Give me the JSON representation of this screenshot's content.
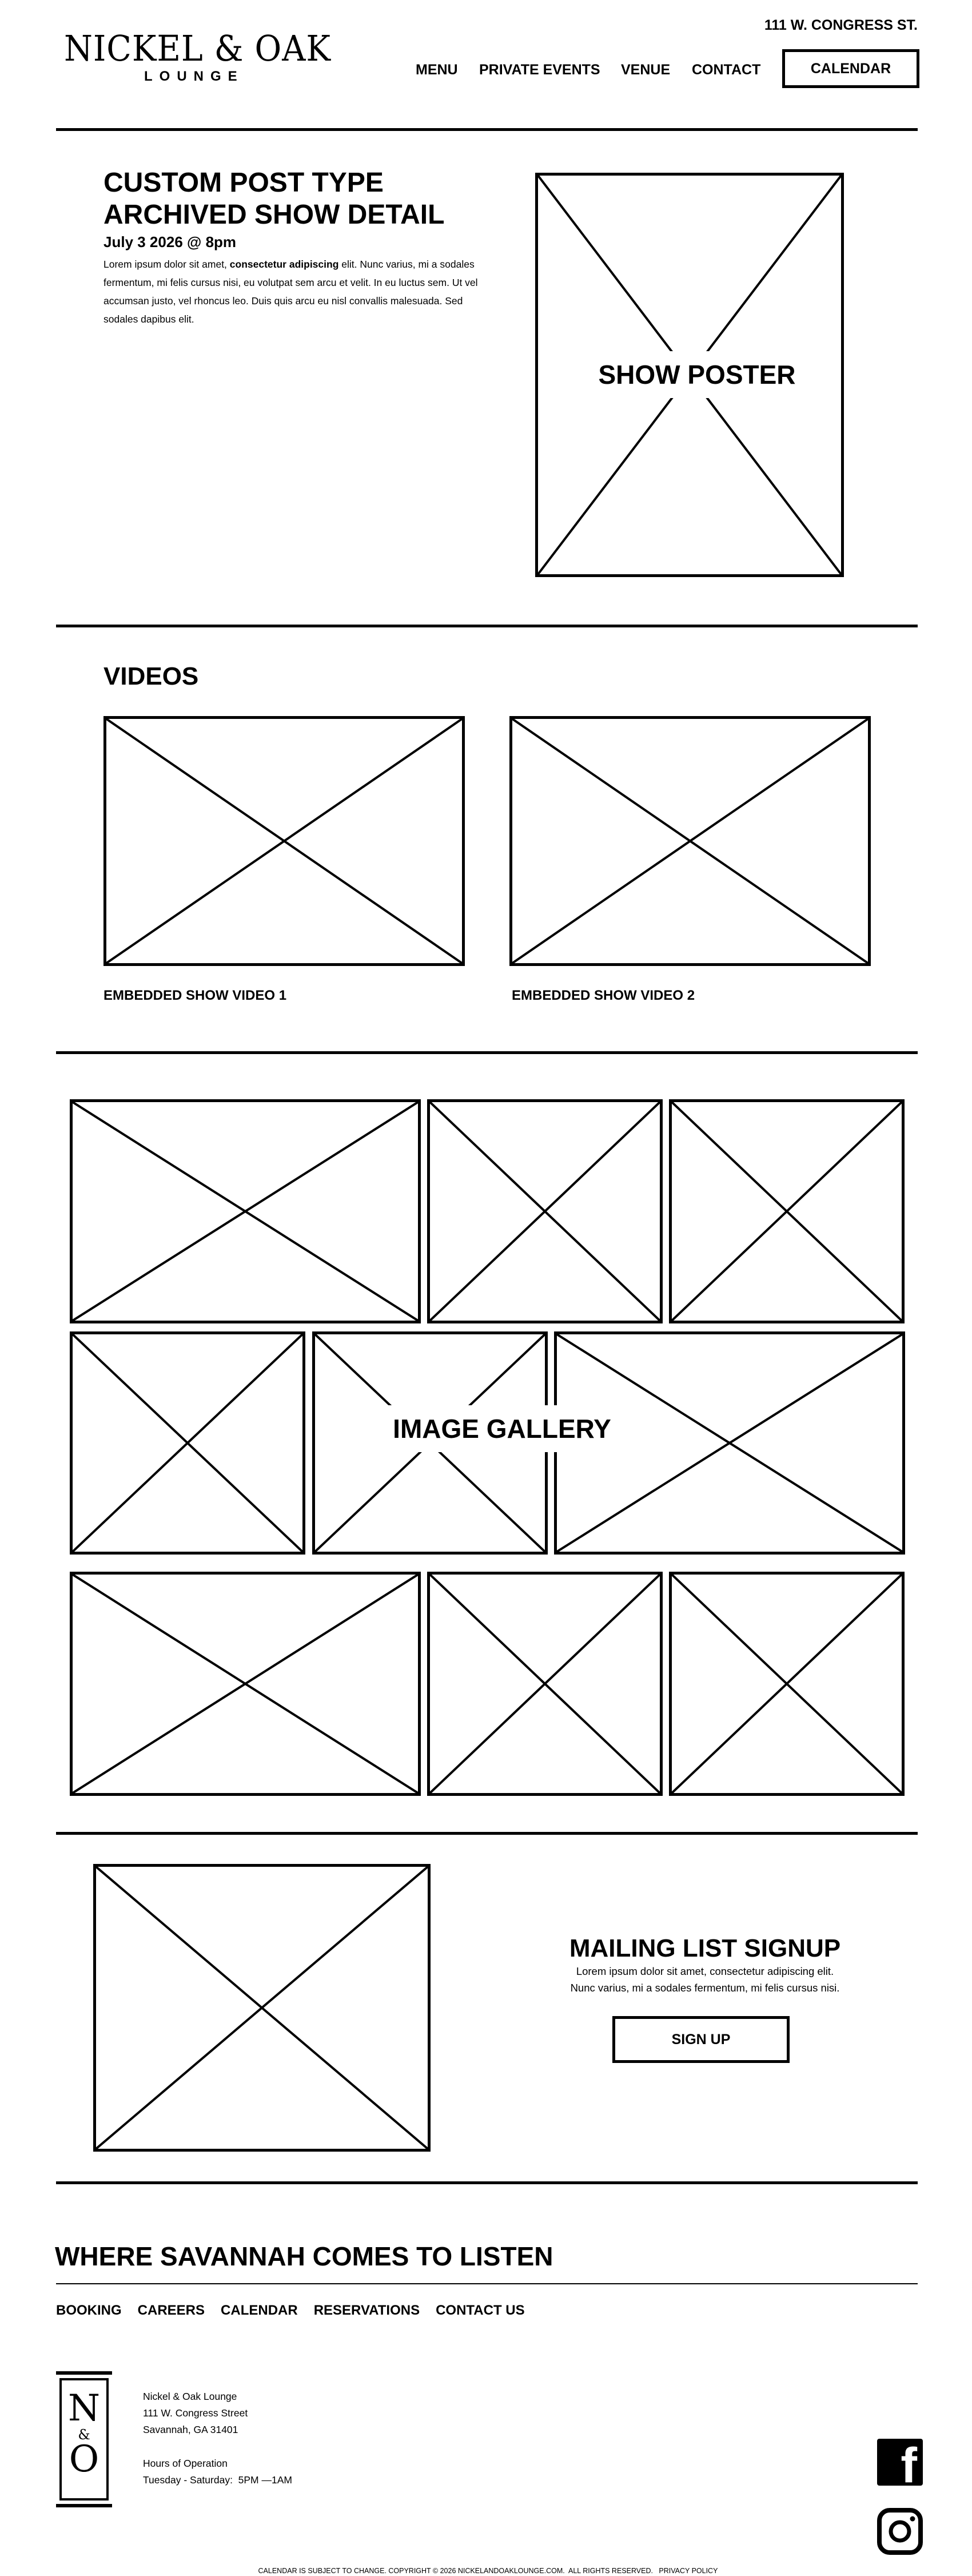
{
  "header": {
    "logo_main": "NICKEL & OAK",
    "logo_sub": "LOUNGE",
    "address": "111 W. CONGRESS ST.",
    "nav": [
      "MENU",
      "PRIVATE EVENTS",
      "VENUE",
      "CONTACT"
    ],
    "calendar_button": "CALENDAR"
  },
  "show": {
    "title_line1": "CUSTOM POST TYPE",
    "title_line2": "ARCHIVED SHOW DETAIL",
    "date": "July 3 2026 @ 8pm",
    "body_pre": "Lorem ipsum dolor sit amet, ",
    "body_bold": "consectetur adipiscing",
    "body_post": " elit. Nunc varius, mi a sodales fermentum, mi felis cursus nisi, eu volutpat sem arcu et velit. In eu luctus sem. Ut vel accumsan justo, vel rhoncus leo. Duis quis arcu eu nisl convallis malesuada. Sed sodales dapibus elit.",
    "poster_label": "SHOW POSTER"
  },
  "videos": {
    "heading": "VIDEOS",
    "items": [
      {
        "caption": "EMBEDDED SHOW VIDEO 1"
      },
      {
        "caption": "EMBEDDED SHOW VIDEO 2"
      }
    ]
  },
  "gallery": {
    "label": "IMAGE GALLERY"
  },
  "mailing": {
    "title": "MAILING LIST SIGNUP",
    "line1": "Lorem ipsum dolor sit amet, consectetur adipiscing elit.",
    "line2": "Nunc varius, mi a sodales fermentum, mi felis cursus nisi.",
    "button": "SIGN UP"
  },
  "footer": {
    "tagline": "WHERE SAVANNAH COMES TO LISTEN",
    "links": [
      "BOOKING",
      "CAREERS",
      "CALENDAR",
      "RESERVATIONS",
      "CONTACT US"
    ],
    "logo_letters": [
      "N",
      "&",
      "O"
    ],
    "name": "Nickel & Oak Lounge",
    "street": "111 W. Congress Street",
    "city": "Savannah, GA 31401",
    "hours_label": "Hours of Operation",
    "hours": "Tuesday - Saturday:  5PM —1AM",
    "copyright": "CALENDAR IS SUBJECT TO CHANGE. COPYRIGHT © 2026 NICKELANDOAKLOUNGE.COM.  ALL RIGHTS RESERVED.",
    "privacy": "PRIVACY POLICY",
    "social": [
      "facebook-icon",
      "instagram-icon"
    ]
  }
}
